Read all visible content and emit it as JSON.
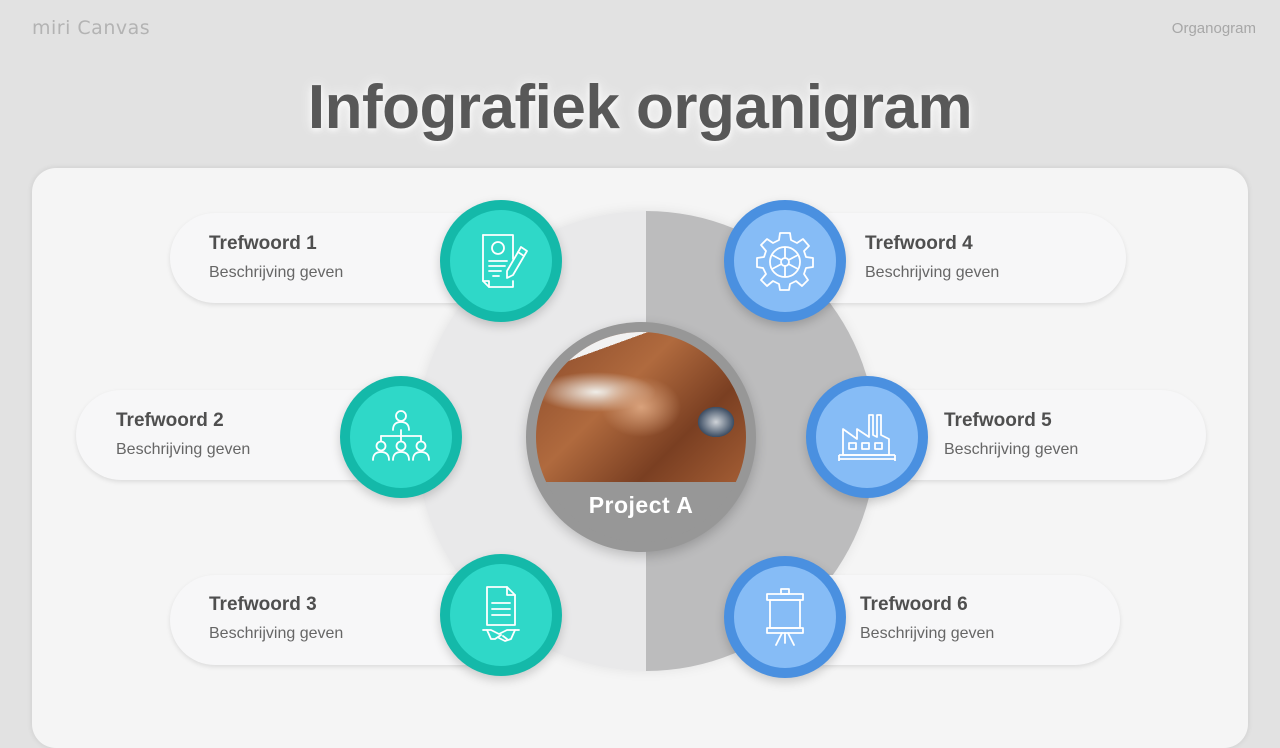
{
  "header": {
    "logo": "miri Canvas",
    "category": "Organogram",
    "title": "Infografiek organigram"
  },
  "center": {
    "label": "Project A",
    "image": "teamwork-hands-photo"
  },
  "colors": {
    "teal": "#2fd8c8",
    "teal_ring": "#14b9a9",
    "blue": "#86bcf6",
    "blue_ring": "#4a90e0",
    "left_half": "#e9e9ea",
    "right_half": "#bcbcbd",
    "center_ring": "#979797"
  },
  "items": [
    {
      "keyword": "Trefwoord 1",
      "description": "Beschrijving geven",
      "icon": "document-edit-icon"
    },
    {
      "keyword": "Trefwoord 2",
      "description": "Beschrijving geven",
      "icon": "org-chart-icon"
    },
    {
      "keyword": "Trefwoord 3",
      "description": "Beschrijving geven",
      "icon": "contract-handshake-icon"
    },
    {
      "keyword": "Trefwoord 4",
      "description": "Beschrijving geven",
      "icon": "gear-icon"
    },
    {
      "keyword": "Trefwoord 5",
      "description": "Beschrijving geven",
      "icon": "factory-icon"
    },
    {
      "keyword": "Trefwoord 6",
      "description": "Beschrijving geven",
      "icon": "presentation-board-icon"
    }
  ]
}
